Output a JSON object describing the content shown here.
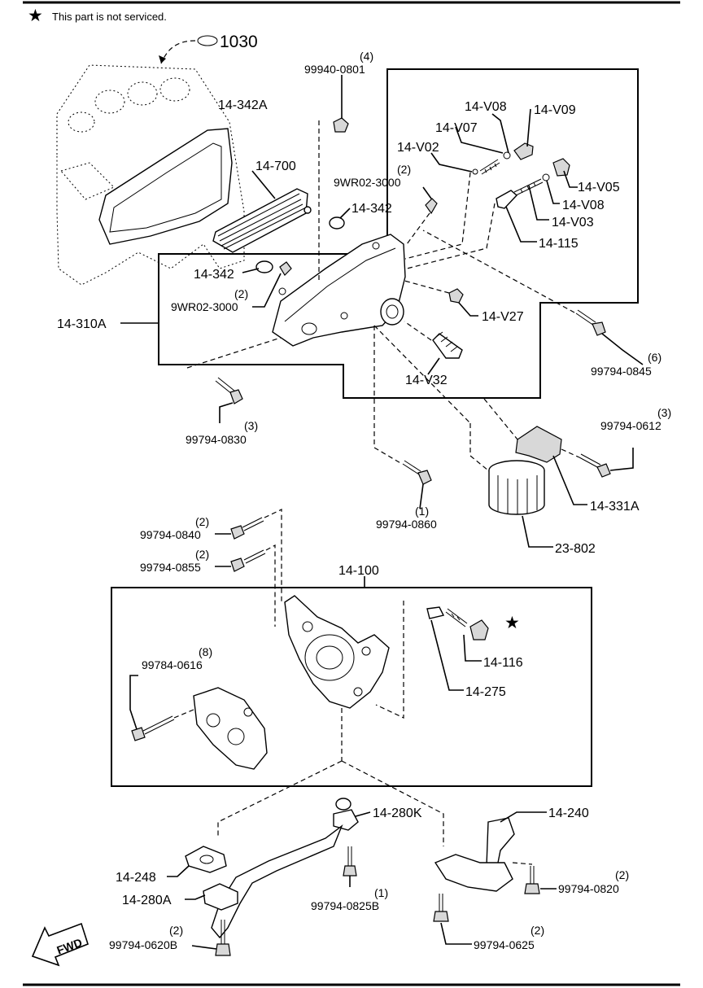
{
  "note": {
    "star": "★",
    "text": "This part is not serviced."
  },
  "ref": {
    "sheet": "1030"
  },
  "fwd": "FWD",
  "parts": {
    "p14_342A": "14-342A",
    "p99940_0801": {
      "qty": "(4)",
      "pn": "99940-0801"
    },
    "p14_V08a": "14-V08",
    "p14_V09": "14-V09",
    "p14_V07": "14-V07",
    "p14_V02": "14-V02",
    "p14_700": "14-700",
    "p9WR02_3000a": {
      "qty": "(2)",
      "pn": "9WR02-3000"
    },
    "p14_V05": "14-V05",
    "p14_V08b": "14-V08",
    "p14_342a": "14-342",
    "p14_V03": "14-V03",
    "p14_115": "14-115",
    "p14_342b": "14-342",
    "p9WR02_3000b": {
      "qty": "(2)",
      "pn": "9WR02-3000"
    },
    "p14_V27": "14-V27",
    "p14_310A": "14-310A",
    "p99794_0845": {
      "qty": "(6)",
      "pn": "99794-0845"
    },
    "p14_V32": "14-V32",
    "p99794_0830": {
      "qty": "(3)",
      "pn": "99794-0830"
    },
    "p99794_0612": {
      "qty": "(3)",
      "pn": "99794-0612"
    },
    "p99794_0860": {
      "qty": "(1)",
      "pn": "99794-0860"
    },
    "p14_331A": "14-331A",
    "p99794_0840": {
      "qty": "(2)",
      "pn": "99794-0840"
    },
    "p23_802": "23-802",
    "p99794_0855": {
      "qty": "(2)",
      "pn": "99794-0855"
    },
    "p14_100": "14-100",
    "p14_116": "14-116",
    "p99784_0616": {
      "qty": "(8)",
      "pn": "99784-0616"
    },
    "p14_275": "14-275",
    "p14_280K": "14-280K",
    "p14_240": "14-240",
    "p14_248": "14-248",
    "p99794_0820": {
      "qty": "(2)",
      "pn": "99794-0820"
    },
    "p14_280A": "14-280A",
    "p99794_0825B": {
      "qty": "(1)",
      "pn": "99794-0825B"
    },
    "p99794_0620B": {
      "qty": "(2)",
      "pn": "99794-0620B"
    },
    "p99794_0625": {
      "qty": "(2)",
      "pn": "99794-0625"
    }
  }
}
